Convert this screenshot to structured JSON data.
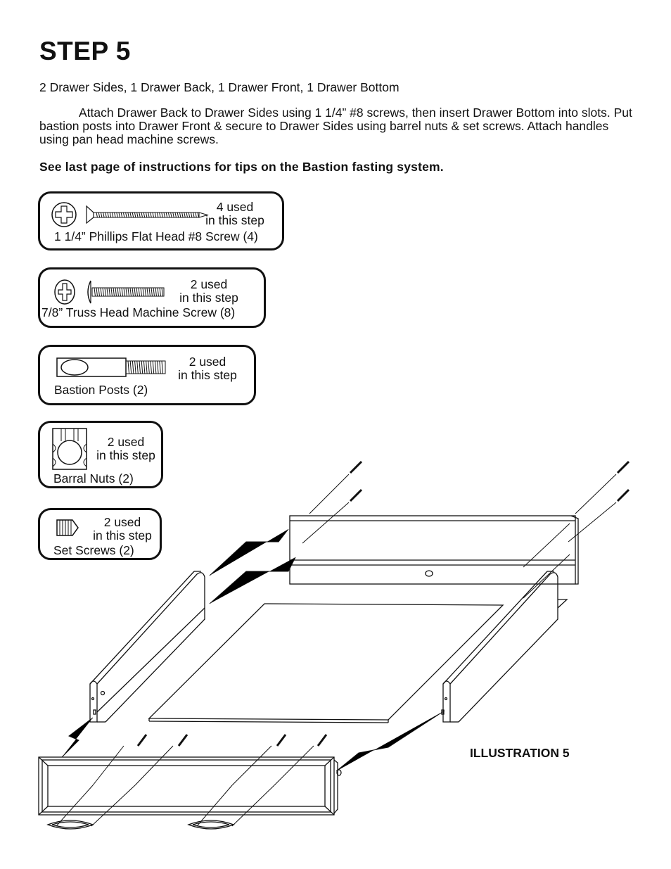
{
  "header": {
    "title": "STEP 5",
    "parts_list": "2 Drawer Sides, 1 Drawer Back, 1 Drawer Front, 1 Drawer Bottom",
    "instructions": "Attach Drawer Back to Drawer Sides using 1 1/4” #8 screws, then insert Drawer Bottom into slots. Put bastion posts into Drawer Front & secure to Drawer Sides using barrel nuts & set screws. Attach handles using pan head machine screws.",
    "tip": "See last page of instructions for tips on the Bastion fasting system."
  },
  "hardware": [
    {
      "icon": "phillips-flat-head-screw-icon",
      "used_line1": "4 used",
      "used_line2": "in this step",
      "name": "1 1/4” Phillips Flat Head #8 Screw (4)"
    },
    {
      "icon": "truss-head-machine-screw-icon",
      "used_line1": "2 used",
      "used_line2": "in this step",
      "name": "7/8” Truss Head Machine Screw (8)"
    },
    {
      "icon": "bastion-post-icon",
      "used_line1": "2 used",
      "used_line2": "in this step",
      "name": "Bastion Posts (2)"
    },
    {
      "icon": "barrel-nut-icon",
      "used_line1": "2 used",
      "used_line2": "in this step",
      "name": "Barral Nuts (2)"
    },
    {
      "icon": "set-screw-icon",
      "used_line1": "2 used",
      "used_line2": "in this step",
      "name": "Set Screws (2)"
    }
  ],
  "illustration": {
    "label": "ILLUSTRATION 5",
    "icon": "drawer-exploded-view-icon"
  }
}
